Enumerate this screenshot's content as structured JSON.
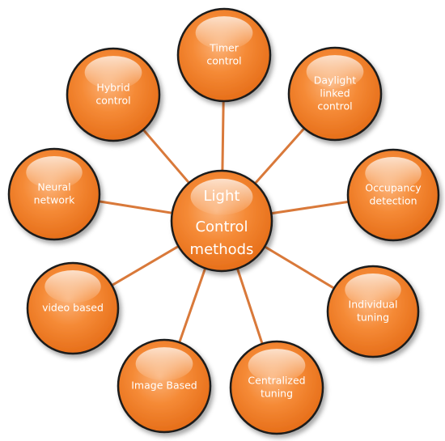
{
  "center": {
    "lines": [
      "Light",
      "Control",
      "methods"
    ]
  },
  "nodes": [
    {
      "id": "timer",
      "lines": [
        "Timer",
        "control"
      ]
    },
    {
      "id": "daylight",
      "lines": [
        "Daylight",
        "linked",
        "control"
      ]
    },
    {
      "id": "occupancy",
      "lines": [
        "Occupancy",
        "detection"
      ]
    },
    {
      "id": "individual",
      "lines": [
        "Individual",
        "tuning"
      ]
    },
    {
      "id": "centralized",
      "lines": [
        "Centralized",
        "tuning"
      ]
    },
    {
      "id": "image",
      "lines": [
        "Image Based"
      ]
    },
    {
      "id": "video",
      "lines": [
        "video based"
      ]
    },
    {
      "id": "neural",
      "lines": [
        "Neural",
        "network"
      ]
    },
    {
      "id": "hybrid",
      "lines": [
        "Hybrid",
        "control"
      ]
    }
  ],
  "colors": {
    "node_fill": "#f4852f",
    "spoke": "#d9793a",
    "outline": "#1a1a1a"
  }
}
